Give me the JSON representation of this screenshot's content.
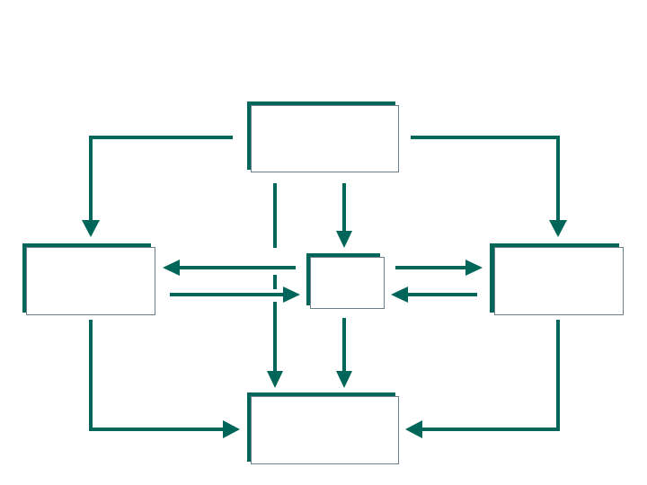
{
  "colors": {
    "accent": "#006659",
    "box_fill": "#ffffff",
    "box_border": "#6b7f8a",
    "background": "#ffffff"
  },
  "boxes": [
    {
      "id": "top",
      "label": ""
    },
    {
      "id": "left",
      "label": ""
    },
    {
      "id": "center",
      "label": ""
    },
    {
      "id": "right",
      "label": ""
    },
    {
      "id": "bottom",
      "label": ""
    }
  ],
  "connections": [
    {
      "from": "top",
      "to": "left"
    },
    {
      "from": "top",
      "to": "right"
    },
    {
      "from": "top",
      "to": "center"
    },
    {
      "from": "top",
      "to": "bottom"
    },
    {
      "from": "center",
      "to": "left"
    },
    {
      "from": "left",
      "to": "center"
    },
    {
      "from": "center",
      "to": "right"
    },
    {
      "from": "right",
      "to": "center"
    },
    {
      "from": "center",
      "to": "bottom"
    },
    {
      "from": "left",
      "to": "bottom"
    },
    {
      "from": "right",
      "to": "bottom"
    }
  ]
}
